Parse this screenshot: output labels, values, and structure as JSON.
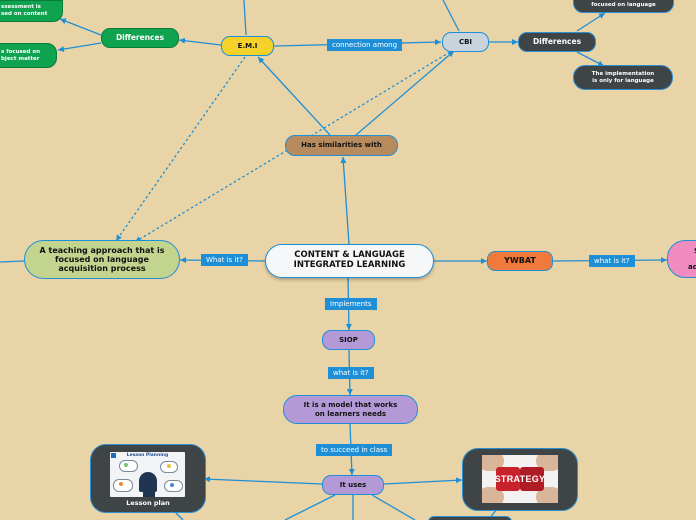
{
  "center": {
    "line1": "CONTENT & LANGUAGE",
    "line2": "INTEGRATED LEARNING"
  },
  "teaching": "A teaching approach that is focused on language acquisition process",
  "ywbat": "YWBAT",
  "right_partial": [
    "S",
    "d",
    "ad"
  ],
  "emi": "E.M.I",
  "cbi": "CBI",
  "similarities": "Has similarities with",
  "differences_left": "Differences",
  "differences_right": "Differences",
  "assessment_partial": [
    "ssessment is",
    "sed on content"
  ],
  "focused_partial": [
    "s focused on",
    "bject matter"
  ],
  "focused_language": "focused on language",
  "implementation_only": [
    "The implementation",
    "is only for language"
  ],
  "siop": "SIOP",
  "model": [
    "It is a model that works",
    "on learners needs"
  ],
  "it_uses": "It uses",
  "lesson_plan": "Lesson plan",
  "lesson_planning_title": "Lesson Planning",
  "strategy": "STRATEGY",
  "labels": {
    "what_is_it_left": "What is it?",
    "what_is_it_right": "what is it?",
    "implements": "Implements",
    "what_is_it_siop": "what is it?",
    "succeed": "to succeed in class",
    "connection": "connection among"
  },
  "colors": {
    "background": "#e8d4a6",
    "link": "#1e8fd6",
    "center": "#f6f7f9",
    "teaching": "#c2d48e",
    "ywbat": "#f07a3c",
    "emi": "#f4d22a",
    "cbi": "#c9d3db",
    "similarities": "#b88b5e",
    "siop": "#b39ad6",
    "green": "#0fa24f",
    "dark": "#3f4447",
    "pink": "#f08cc0"
  }
}
